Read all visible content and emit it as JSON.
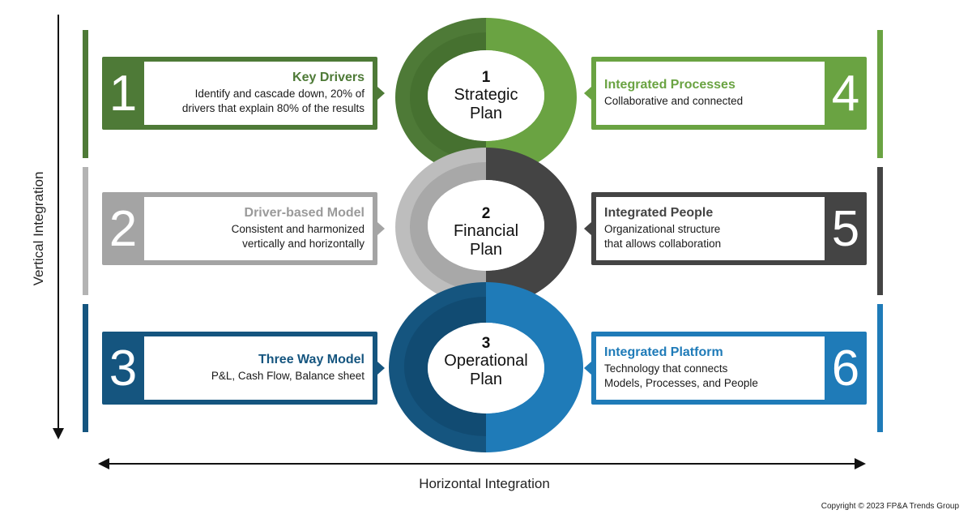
{
  "axes": {
    "vertical_label": "Vertical Integration",
    "horizontal_label": "Horizontal Integration"
  },
  "copyright": "Copyright © 2023 FP&A Trends Group",
  "plans": [
    {
      "number": "1",
      "line1": "Strategic",
      "line2": "Plan",
      "colors": [
        "#4e7a37",
        "#6aa342"
      ]
    },
    {
      "number": "2",
      "line1": "Financial",
      "line2": "Plan",
      "colors": [
        "#b8b8b8",
        "#444444"
      ]
    },
    {
      "number": "3",
      "line1": "Operational",
      "line2": "Plan",
      "colors": [
        "#15557f",
        "#1f7bb8"
      ]
    }
  ],
  "boxes": [
    {
      "number": "1",
      "title": "Key Drivers",
      "desc1": "Identify and cascade down, 20% of",
      "desc2": "drivers that explain 80% of the results",
      "color": "#4e7a37"
    },
    {
      "number": "2",
      "title": "Driver-based Model",
      "desc1": "Consistent and harmonized",
      "desc2": "vertically and horizontally",
      "color": "#a4a4a4"
    },
    {
      "number": "3",
      "title": "Three Way Model",
      "desc1": "P&L, Cash Flow, Balance sheet",
      "desc2": "",
      "color": "#15557f"
    },
    {
      "number": "4",
      "title": "Integrated Processes",
      "desc1": "Collaborative and connected",
      "desc2": "",
      "color": "#6aa342"
    },
    {
      "number": "5",
      "title": "Integrated People",
      "desc1": "Organizational structure",
      "desc2": "that allows collaboration",
      "color": "#444444"
    },
    {
      "number": "6",
      "title": "Integrated Platform",
      "desc1": "Technology that connects",
      "desc2": "Models, Processes, and People",
      "color": "#1f7bb8"
    }
  ]
}
